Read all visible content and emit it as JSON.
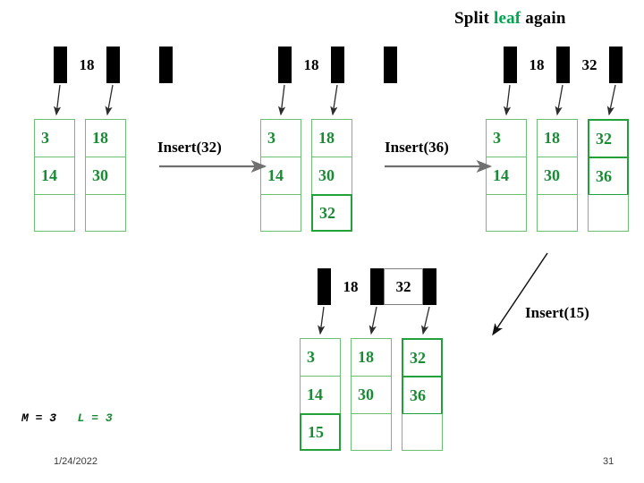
{
  "slide": {
    "title_prefix": "Split ",
    "title_highlight": "leaf",
    "title_suffix": " again",
    "date": "1/24/2022",
    "page_number": "31",
    "params": {
      "m_text": "M =  3",
      "l_text": "L = 3"
    },
    "colors": {
      "leaf_border": "#6dbf73",
      "leaf_border_hot": "#22a03a",
      "leaf_text": "#1a8b34",
      "title_highlight": "#00a550",
      "pointer_fill": "#000000",
      "arrow": "#707070"
    }
  },
  "transitions": [
    {
      "label": "Insert(32)"
    },
    {
      "label": "Insert(36)"
    },
    {
      "label": "Insert(15)"
    }
  ],
  "trees": [
    {
      "id": "tree-1",
      "root": {
        "keys": [
          "18",
          ""
        ]
      },
      "leaves": [
        {
          "cells": [
            "3",
            "14",
            ""
          ],
          "hot": [
            false,
            false,
            false
          ]
        },
        {
          "cells": [
            "18",
            "30",
            ""
          ],
          "hot": [
            false,
            false,
            false
          ]
        }
      ]
    },
    {
      "id": "tree-2",
      "root": {
        "keys": [
          "18",
          ""
        ]
      },
      "leaves": [
        {
          "cells": [
            "3",
            "14",
            ""
          ],
          "hot": [
            false,
            false,
            false
          ]
        },
        {
          "cells": [
            "18",
            "30",
            "32"
          ],
          "hot": [
            false,
            false,
            true
          ]
        }
      ]
    },
    {
      "id": "tree-3",
      "root": {
        "keys": [
          "18",
          "32"
        ]
      },
      "leaves": [
        {
          "cells": [
            "3",
            "14",
            ""
          ],
          "hot": [
            false,
            false,
            false
          ]
        },
        {
          "cells": [
            "18",
            "30",
            ""
          ],
          "hot": [
            false,
            false,
            false
          ]
        },
        {
          "cells": [
            "32",
            "36",
            ""
          ],
          "hot": [
            true,
            true,
            false
          ]
        }
      ]
    },
    {
      "id": "tree-4",
      "root": {
        "keys": [
          "18",
          "32"
        ]
      },
      "leaves": [
        {
          "cells": [
            "3",
            "14",
            "15"
          ],
          "hot": [
            false,
            false,
            true
          ]
        },
        {
          "cells": [
            "18",
            "30",
            ""
          ],
          "hot": [
            false,
            false,
            false
          ]
        },
        {
          "cells": [
            "32",
            "36",
            ""
          ],
          "hot": [
            true,
            true,
            false
          ]
        }
      ]
    }
  ]
}
